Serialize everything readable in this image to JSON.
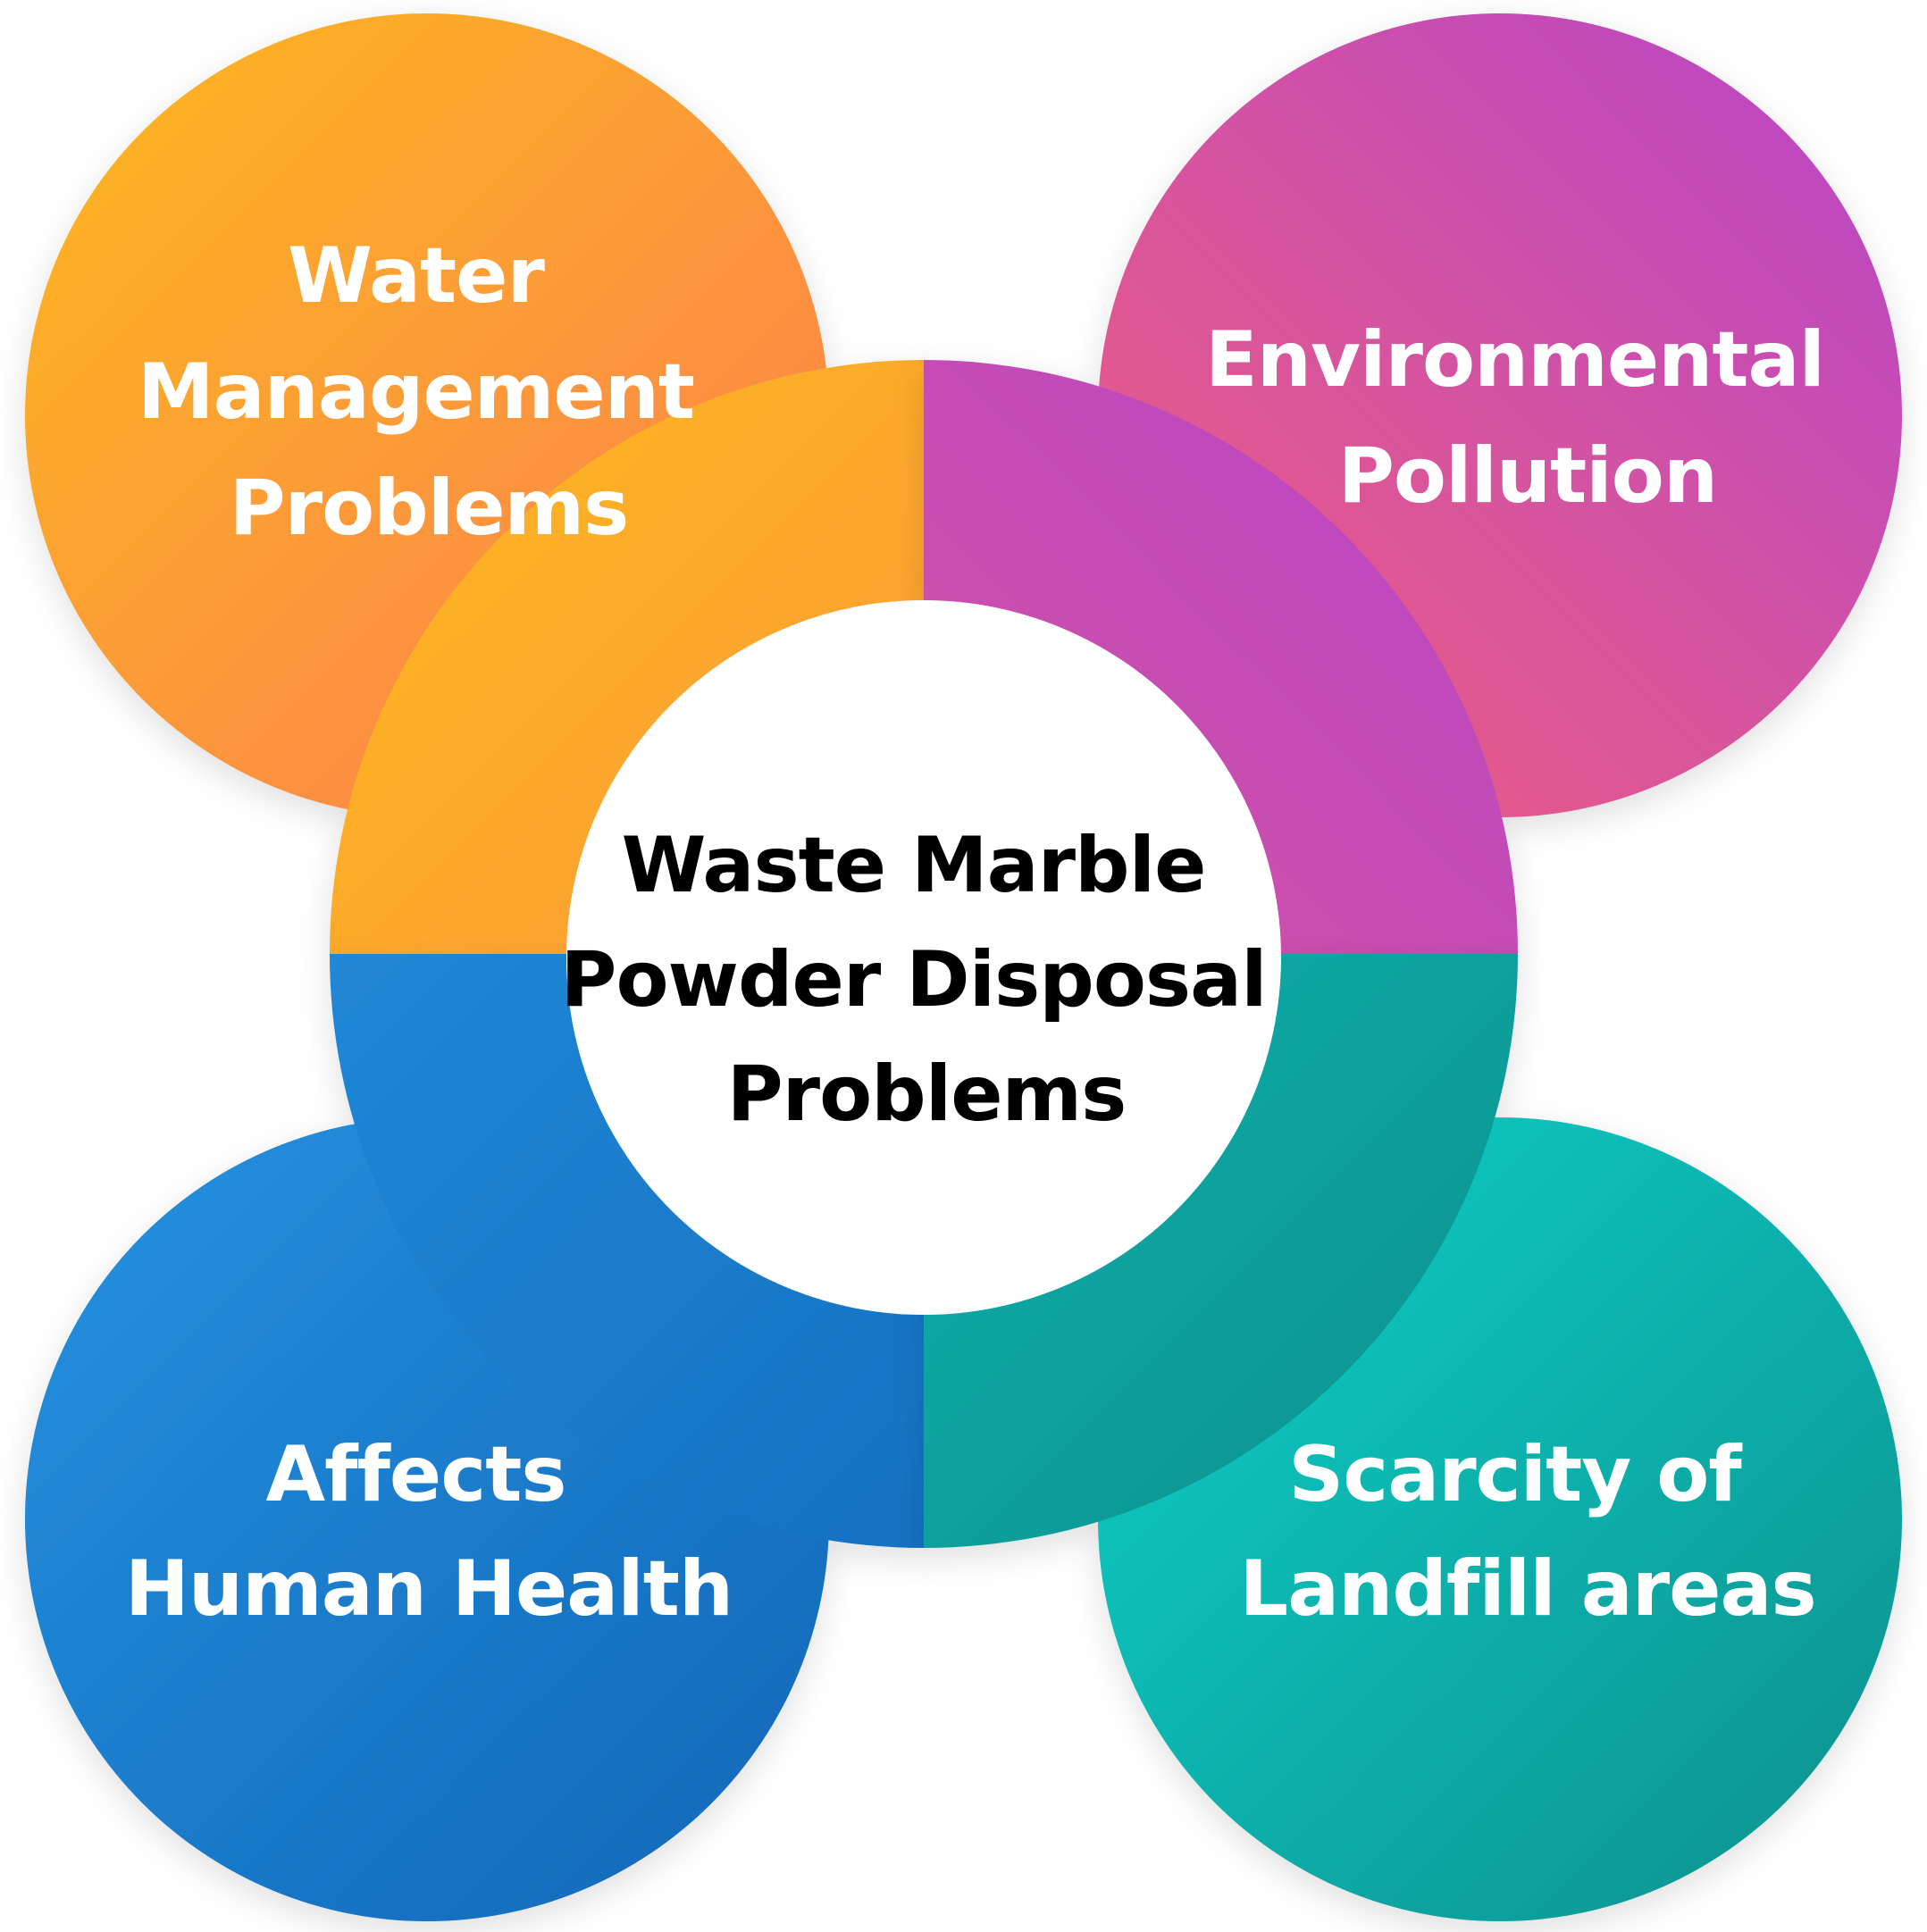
{
  "diagram": {
    "center": {
      "lines": [
        "Waste Marble",
        "Powder Disposal",
        "Problems"
      ]
    },
    "petals": {
      "top_left": {
        "lines": [
          "Water",
          "Management",
          "Problems"
        ],
        "gradient": [
          "#fdb91e",
          "#fb7c52"
        ]
      },
      "top_right": {
        "lines": [
          "Environmental",
          "Pollution"
        ],
        "gradient": [
          "#b646c9",
          "#f2607a"
        ]
      },
      "bottom_left": {
        "lines": [
          "Affects",
          "Human Health"
        ],
        "gradient": [
          "#2692e0",
          "#1066b8"
        ]
      },
      "bottom_right": {
        "lines": [
          "Scarcity of",
          "Landfill areas"
        ],
        "gradient": [
          "#0cd2ca",
          "#0f8f8d"
        ]
      }
    }
  }
}
